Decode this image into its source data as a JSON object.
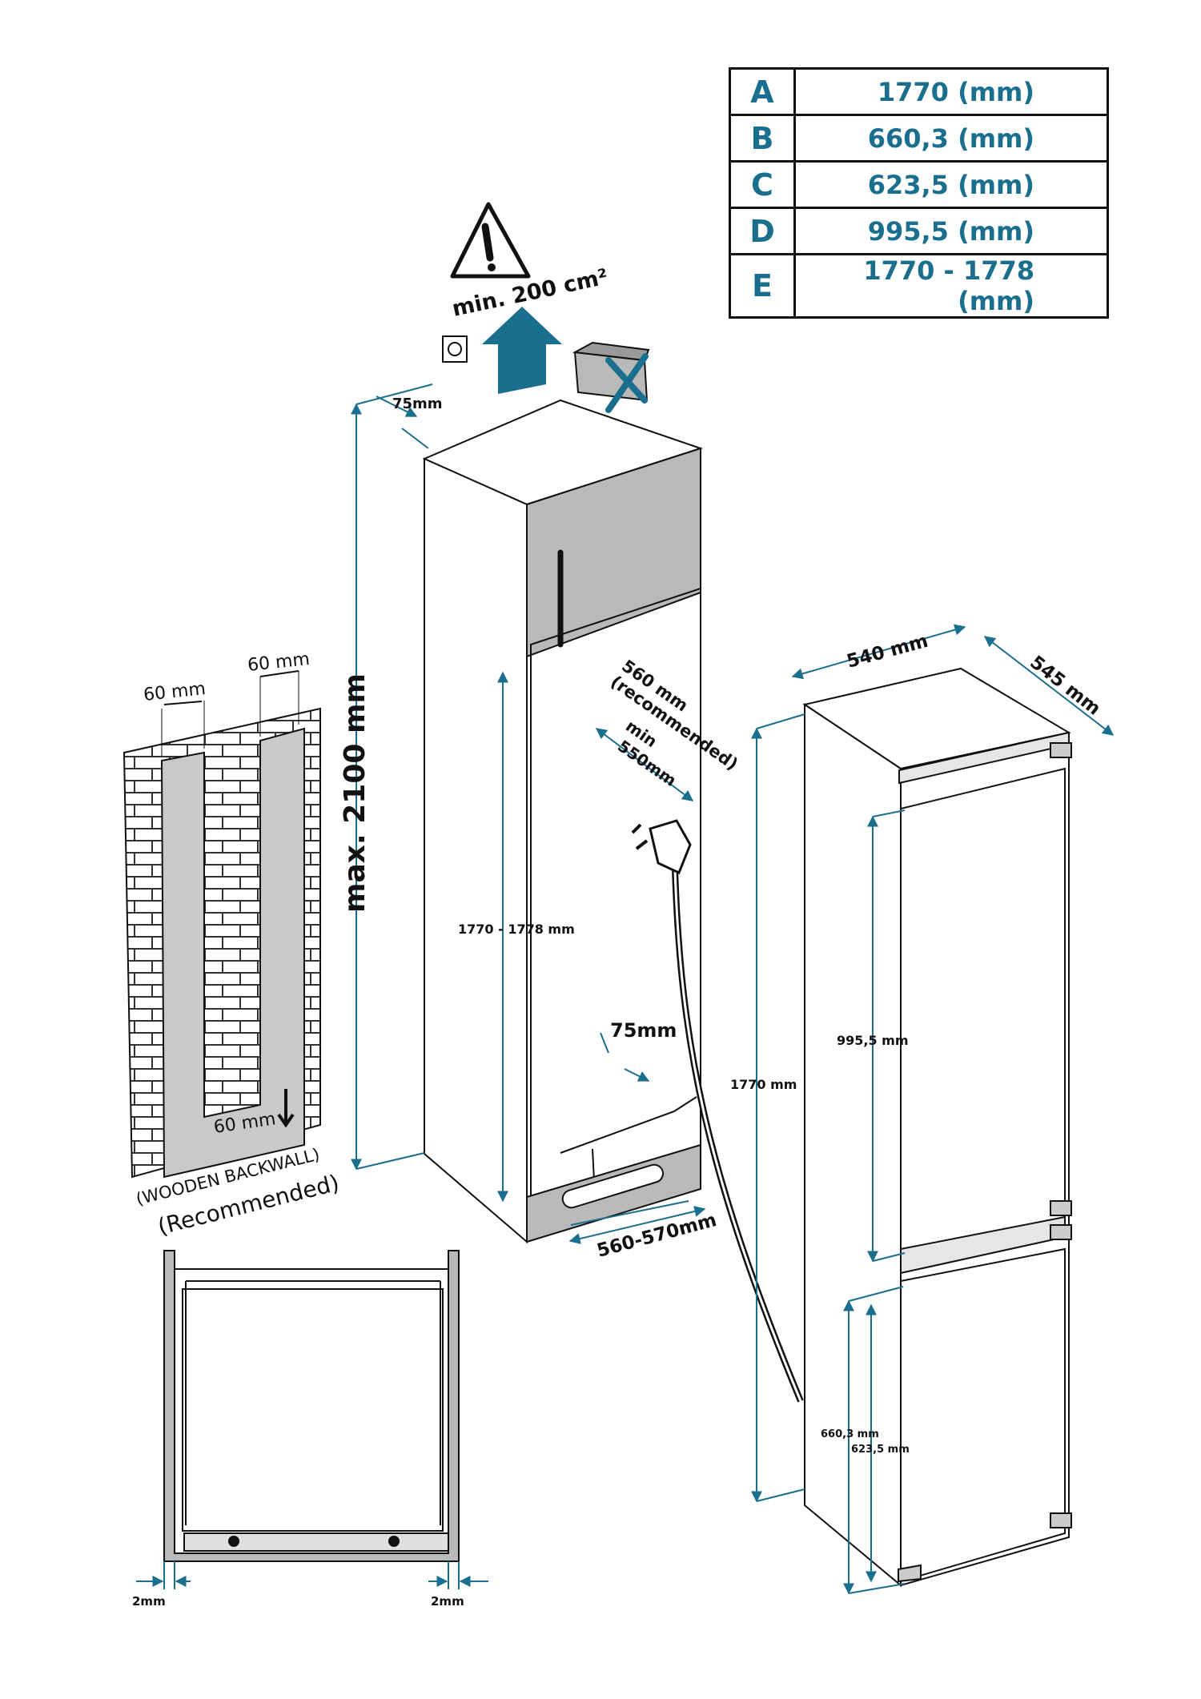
{
  "table": {
    "rows": [
      {
        "key": "A",
        "value": "1770 (mm)"
      },
      {
        "key": "B",
        "value": "660,3 (mm)"
      },
      {
        "key": "C",
        "value": "623,5 (mm)"
      },
      {
        "key": "D",
        "value": "995,5 (mm)"
      },
      {
        "key": "E",
        "value": "1770 - 1778 (mm)"
      }
    ]
  },
  "ventilation": {
    "label": "min. 200 cm²"
  },
  "niche": {
    "top_gap": "75mm",
    "max_height": "max. 2100 mm",
    "height": "1770 - 1778   mm",
    "depth_recommended": "560 mm\n(recommended)",
    "depth_min_1": "min",
    "depth_min_2": "550mm",
    "bottom_gap": "75mm",
    "width": "560-570mm"
  },
  "backwall": {
    "slot_left": "60 mm",
    "slot_right": "60 mm",
    "slot_bottom": "60 mm",
    "caption_1": "(WOODEN BACKWALL)",
    "caption_2": "(Recommended)"
  },
  "top_view": {
    "left_gap": "2mm",
    "right_gap": "2mm"
  },
  "appliance": {
    "width": "540 mm",
    "depth": "545 mm",
    "height": "1770   mm",
    "upper_door": "995,5   mm",
    "lower_door_b": "660,3  mm",
    "lower_door_c": "623,5   mm"
  },
  "colors": {
    "accent": "#1a6e8e",
    "line": "#111111",
    "panel": "#b9b9b9"
  }
}
